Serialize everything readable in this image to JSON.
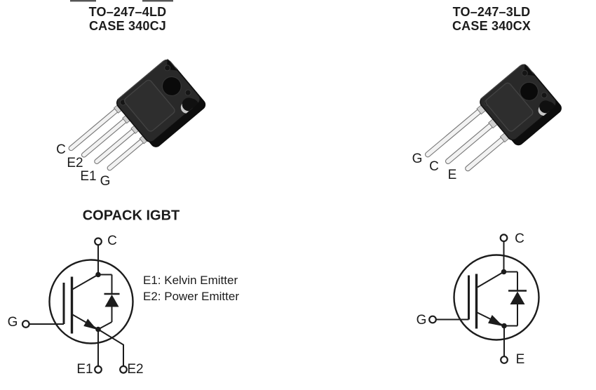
{
  "figure": {
    "left_package": {
      "title_line1": "TO–247–4LD",
      "title_line2": "CASE 340CJ",
      "pin_labels": {
        "pin1": "C",
        "pin2": "E2",
        "pin3": "E1",
        "pin4": "G"
      }
    },
    "right_package": {
      "title_line1": "TO–247–3LD",
      "title_line2": "CASE 340CX",
      "pin_labels": {
        "pin1": "G",
        "pin2": "C",
        "pin3": "E"
      }
    },
    "left_symbol": {
      "heading": "COPACK IGBT",
      "collector": "C",
      "gate": "G",
      "emitter1": "E1",
      "emitter2": "E2",
      "note_line1": "E1: Kelvin Emitter",
      "note_line2": "E2: Power Emitter"
    },
    "right_symbol": {
      "collector": "C",
      "gate": "G",
      "emitter": "E"
    }
  },
  "colors": {
    "background": "#ffffff",
    "line": "#1c1c1c",
    "package_body": "#292929",
    "package_side": "#0d0d0d",
    "lead_metal": "#f2f2f2"
  }
}
